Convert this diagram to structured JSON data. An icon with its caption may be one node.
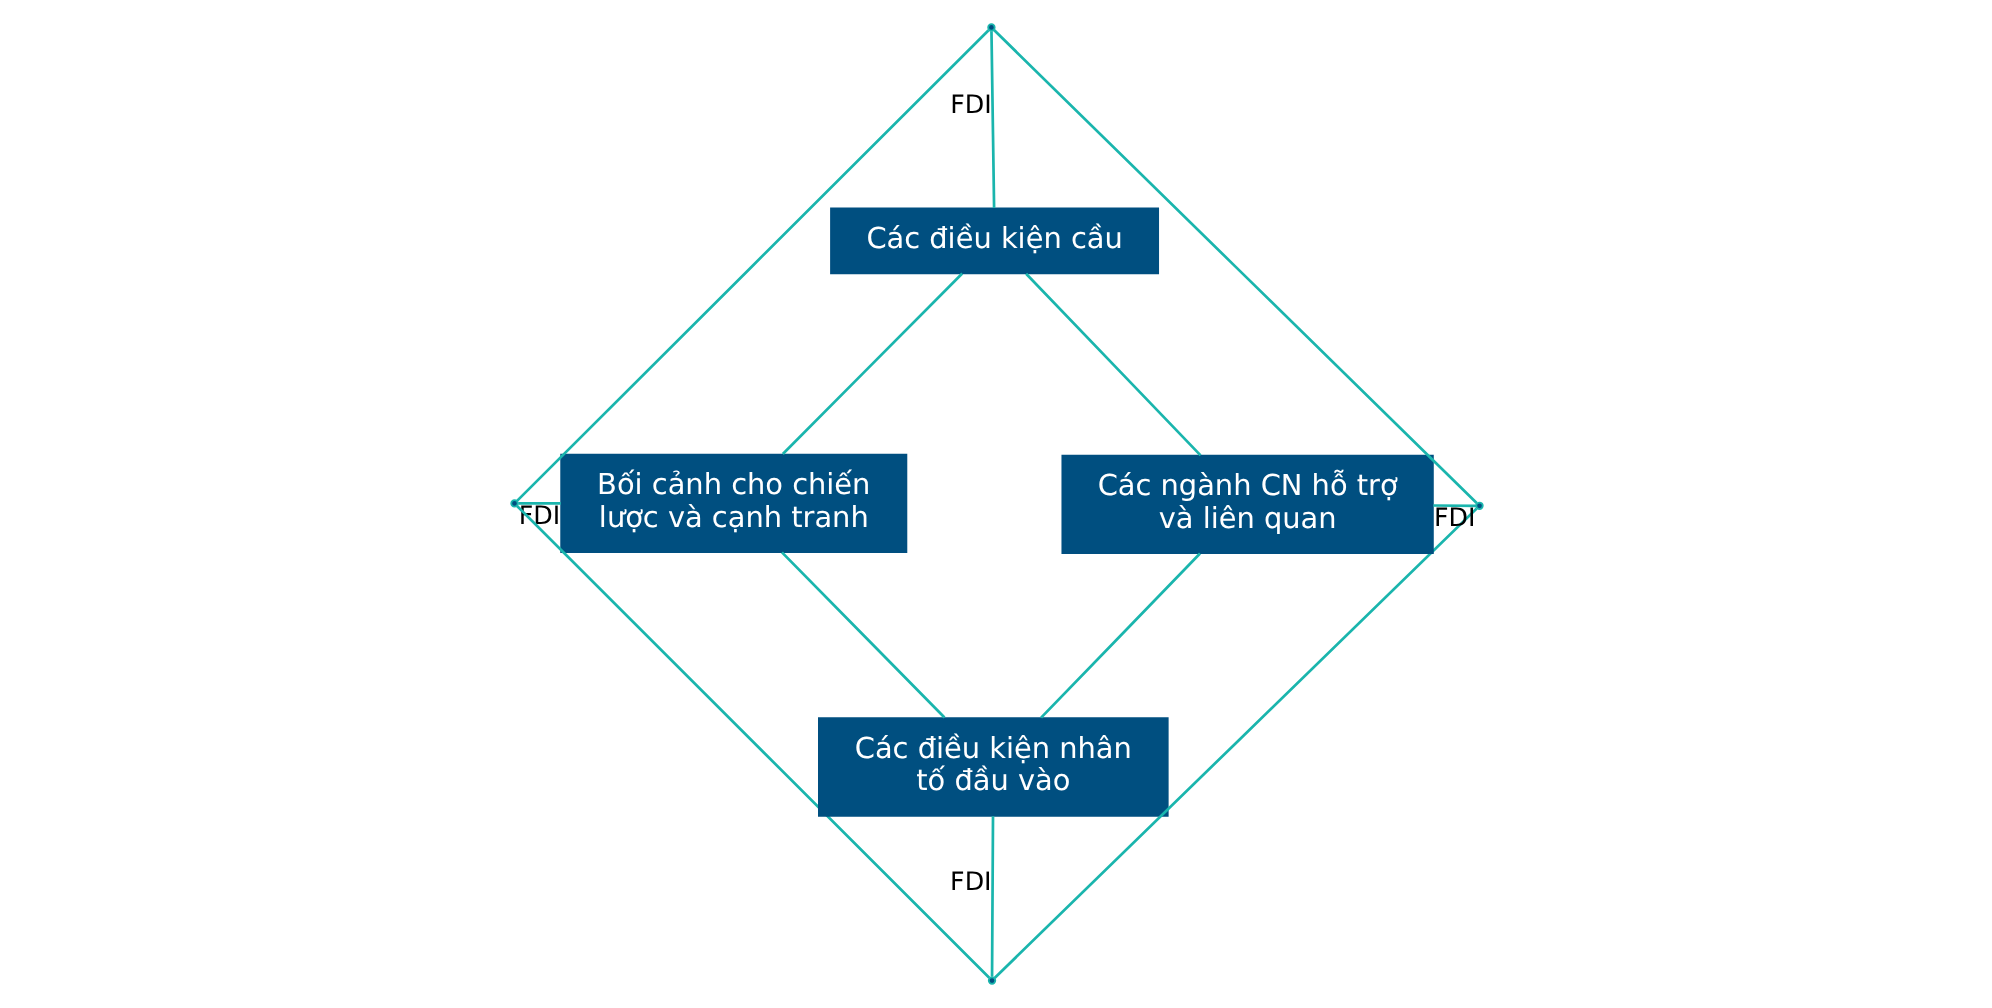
{
  "diagram": {
    "nodes": [
      {
        "text": [],
        "shape": "point"
      },
      {
        "text": [
          "Bối cảnh cho chiến lược và cạnh tranh"
        ]
      },
      {
        "text": [],
        "shape": "point"
      },
      {
        "text": [
          "Các điều kiện nhân tố đầu vào"
        ]
      },
      {
        "text": [
          "Các điều kiện cầu"
        ]
      },
      {
        "text": [],
        "shape": "point"
      },
      {
        "text": [
          "Các ngành CN hỗ trợ và liên quan"
        ]
      },
      {
        "text": [],
        "shape": "point"
      }
    ],
    "edges": [
      {
        "from": 0,
        "to": 2,
        "arrow": "none"
      },
      {
        "from": 0,
        "to": 5,
        "arrow": "none"
      },
      {
        "from": 2,
        "to": 7,
        "arrow": "none"
      },
      {
        "from": 5,
        "to": 7,
        "arrow": "none"
      },
      {
        "from": 0,
        "to": 1,
        "arrow": "none",
        "label": "FDI"
      },
      {
        "from": 2,
        "to": 3,
        "arrow": "none",
        "label": "FDI"
      },
      {
        "from": 5,
        "to": 4,
        "arrow": "none",
        "label": "FDI"
      },
      {
        "from": 7,
        "to": 6,
        "arrow": "none",
        "label": "FDI"
      },
      {
        "from": 1,
        "to": 3,
        "arrow": "none"
      },
      {
        "from": 1,
        "to": 4,
        "arrow": "none"
      },
      {
        "from": 3,
        "to": 6,
        "arrow": "none"
      },
      {
        "from": 4,
        "to": 6,
        "arrow": "none"
      }
    ]
  }
}
